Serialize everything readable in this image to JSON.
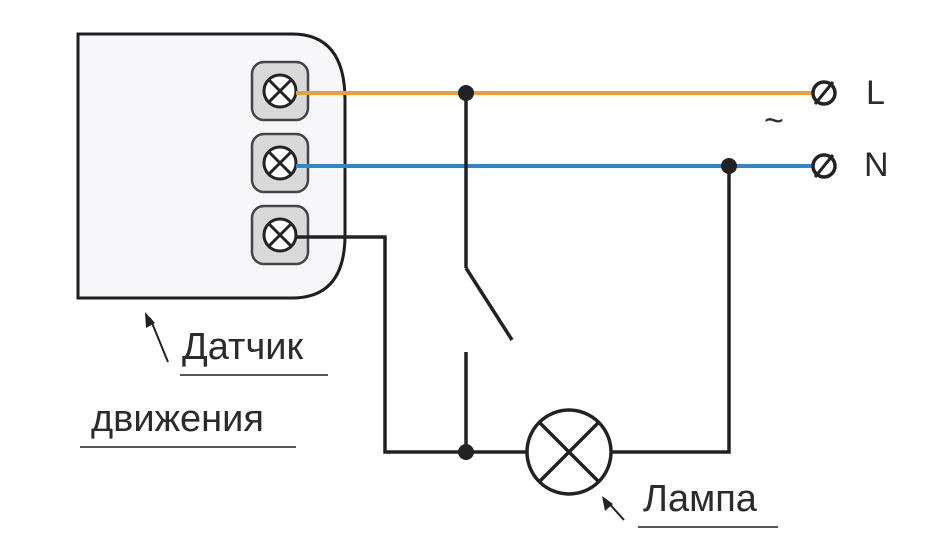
{
  "labels": {
    "terminal_L": "L",
    "terminal_N": "N",
    "ac_symbol": "~",
    "sensor_line1": "Датчик",
    "sensor_line2": "движения",
    "lamp": "Лампа"
  },
  "colors": {
    "phase_wire": "#e8a03a",
    "neutral_wire": "#2f86c8",
    "load_wire": "#222222",
    "device_outline": "#1e1e1e",
    "device_fill": "#f7f7f9",
    "terminal_fill": "#d9d9d9",
    "text": "#2b2b2b"
  }
}
